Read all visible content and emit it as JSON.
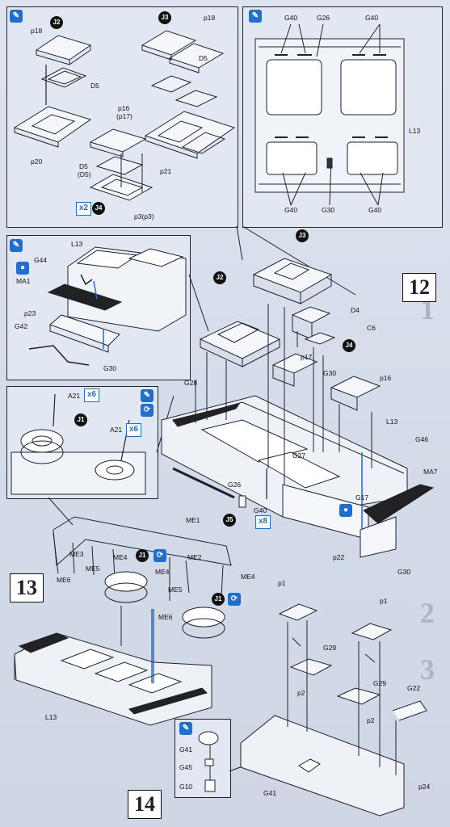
{
  "steps": {
    "s12": "12",
    "s13": "13",
    "s14": "14"
  },
  "side_numbers": [
    "1",
    "2",
    "3"
  ],
  "badges": {
    "j1": "J1",
    "j2": "J2",
    "j3": "J3",
    "j4": "J4",
    "j5": "J5"
  },
  "multipliers": {
    "x2": "x2",
    "x8": "x8",
    "x6a": "x6",
    "x6b": "x6"
  },
  "icon_names": [
    "glue-icon",
    "paint-icon",
    "rotate-icon"
  ],
  "labels": {
    "p18a": "p18",
    "p18b": "p18",
    "d5a": "D5",
    "d5b": "D5",
    "p16": "p16",
    "p17p": "(p17)",
    "d5c": "D5",
    "d5p": "(D5)",
    "p20": "p20",
    "p21": "p21",
    "p3": "p3(p3)",
    "g40a": "G40",
    "g26a": "G26",
    "g40b": "G40",
    "l13a": "L13",
    "g40c": "G40",
    "g30a": "G30",
    "g40d": "G40",
    "l13b": "L13",
    "g44": "G44",
    "ma1": "MA1",
    "p23": "p23",
    "g42": "G42",
    "g30b": "G30",
    "d4": "D4",
    "c6": "C6",
    "p17": "p17",
    "g30c": "G30",
    "p16b": "p16",
    "g28": "G28",
    "l13c": "L13",
    "g46": "G46",
    "g27": "G27",
    "ma7": "MA7",
    "g26b": "G26",
    "g17": "G17",
    "g40e": "G40",
    "p22": "p22",
    "g30d": "G30",
    "a21a": "A21",
    "a21b": "A21",
    "me1": "ME1",
    "me3": "ME3",
    "me4a": "ME4",
    "me2": "ME2",
    "me5a": "ME5",
    "me6a": "ME6",
    "me4b": "ME4",
    "me5b": "ME5",
    "me4c": "ME4",
    "me6b": "ME6",
    "l13d": "L13",
    "p1a": "p1",
    "p1b": "p1",
    "g29a": "G29",
    "g29b": "G29",
    "p2a": "p2",
    "p2b": "p2",
    "g22": "G22",
    "g41a": "G41",
    "g45": "G45",
    "g10": "G10",
    "g41b": "G41",
    "p24": "p24"
  }
}
